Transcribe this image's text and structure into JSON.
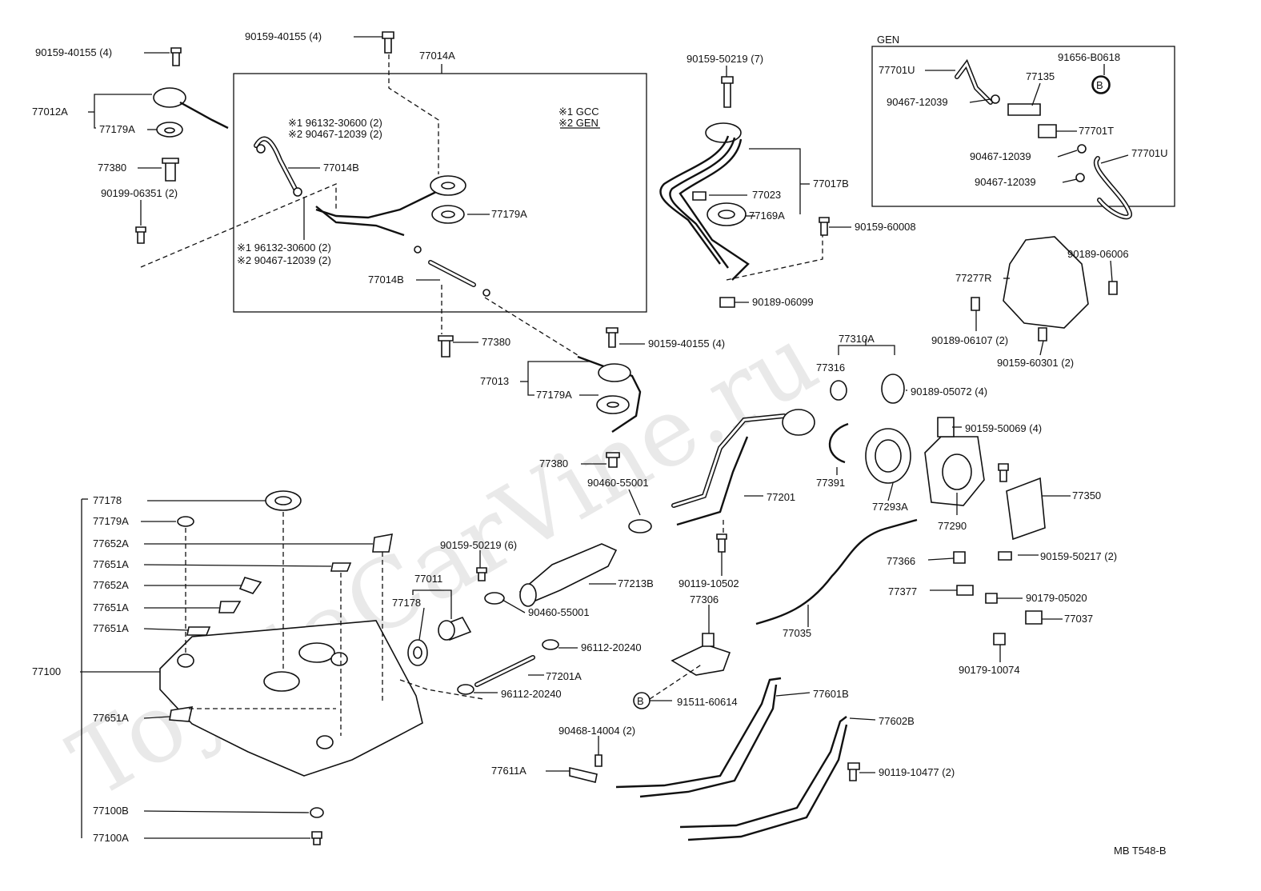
{
  "watermark": "ToyotaCarVine.ru",
  "drawing_code": "MB T548-B",
  "boxes": {
    "main_box_title": "77014A",
    "gen_box_title": "GEN",
    "legend": {
      "line1": "※1 GCC",
      "line2": "※2 GEN"
    }
  },
  "callouts": {
    "c1": "90159-40155 (4)",
    "c2": "77012A",
    "c3": "77179A",
    "c4": "77380",
    "c5": "90199-06351 (2)",
    "c6": "90159-40155 (4)",
    "c7": "※1 96132-30600 (2)",
    "c8": "※2 90467-12039 (2)",
    "c9": "77014B",
    "c10": "※1 96132-30600 (2)",
    "c11": "※2 90467-12039 (2)",
    "c12": "77179A",
    "c13": "77014B",
    "c14": "77380",
    "c15": "90159-40155 (4)",
    "c16": "77013",
    "c17": "77179A",
    "c18": "77380",
    "c19": "90460-55001",
    "c20": "90159-50219 (7)",
    "c21": "77023",
    "c22": "77017B",
    "c23": "77169A",
    "c24": "90159-60008",
    "c25": "90189-06099",
    "c26": "77701U",
    "c27": "91656-B0618",
    "c28": "77135",
    "c29": "90467-12039",
    "c30": "77701T",
    "c31": "90467-12039",
    "c32": "77701U",
    "c33": "90467-12039",
    "c34": "90189-06006",
    "c35": "77277R",
    "c36": "90189-06107 (2)",
    "c37": "90159-60301 (2)",
    "c38": "77310A",
    "c39": "77316",
    "c40": "90189-05072 (4)",
    "c41": "90159-50069 (4)",
    "c42": "77201",
    "c43": "77391",
    "c44": "77293A",
    "c45": "77290",
    "c46": "77350",
    "c47": "90119-10502",
    "c48": "77306",
    "c49": "77035",
    "c50": "77366",
    "c51": "90159-50217 (2)",
    "c52": "77377",
    "c53": "90179-05020",
    "c54": "77037",
    "c55": "90179-10074",
    "c56": "90159-50219 (6)",
    "c57": "77011",
    "c58": "77178",
    "c59": "77213B",
    "c60": "90460-55001",
    "c61": "96112-20240",
    "c62": "77201A",
    "c63": "96112-20240",
    "c64": "91511-60614",
    "c65": "77601B",
    "c66": "77602B",
    "c67": "90468-14004 (2)",
    "c68": "77611A",
    "c69": "90119-10477 (2)",
    "c70": "77178",
    "c71": "77179A",
    "c72": "77652A",
    "c73": "77651A",
    "c74": "77652A",
    "c75": "77651A",
    "c76": "77651A",
    "c77": "77100",
    "c78": "77651A",
    "c79": "77100B",
    "c80": "77100A"
  },
  "refs": {
    "b1": "B",
    "b2": "B"
  }
}
